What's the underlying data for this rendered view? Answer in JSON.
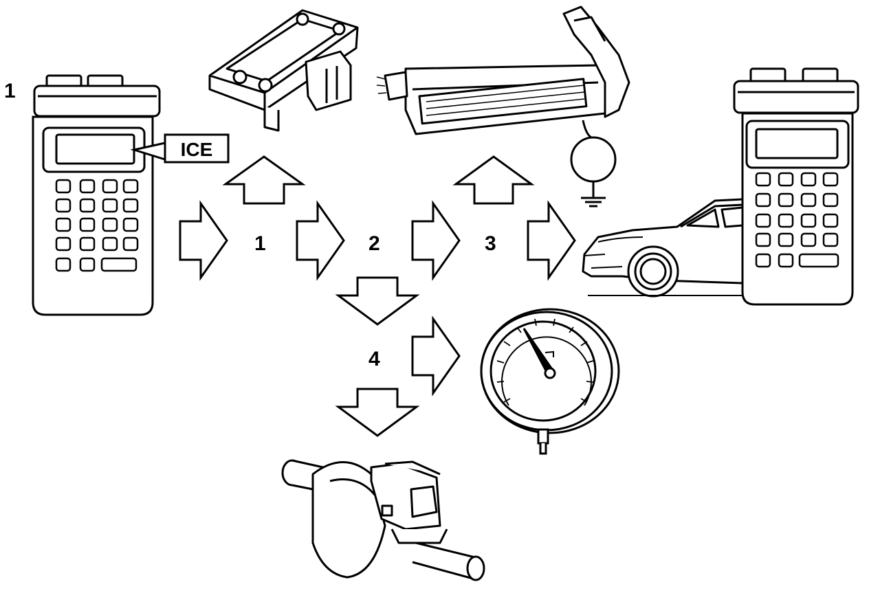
{
  "labels": {
    "figure_number": "1",
    "display_code": "ICE",
    "step_1": "1",
    "step_2": "2",
    "step_3": "3",
    "step_4": "4"
  },
  "colors": {
    "ink": "#000000",
    "paper": "#ffffff"
  }
}
